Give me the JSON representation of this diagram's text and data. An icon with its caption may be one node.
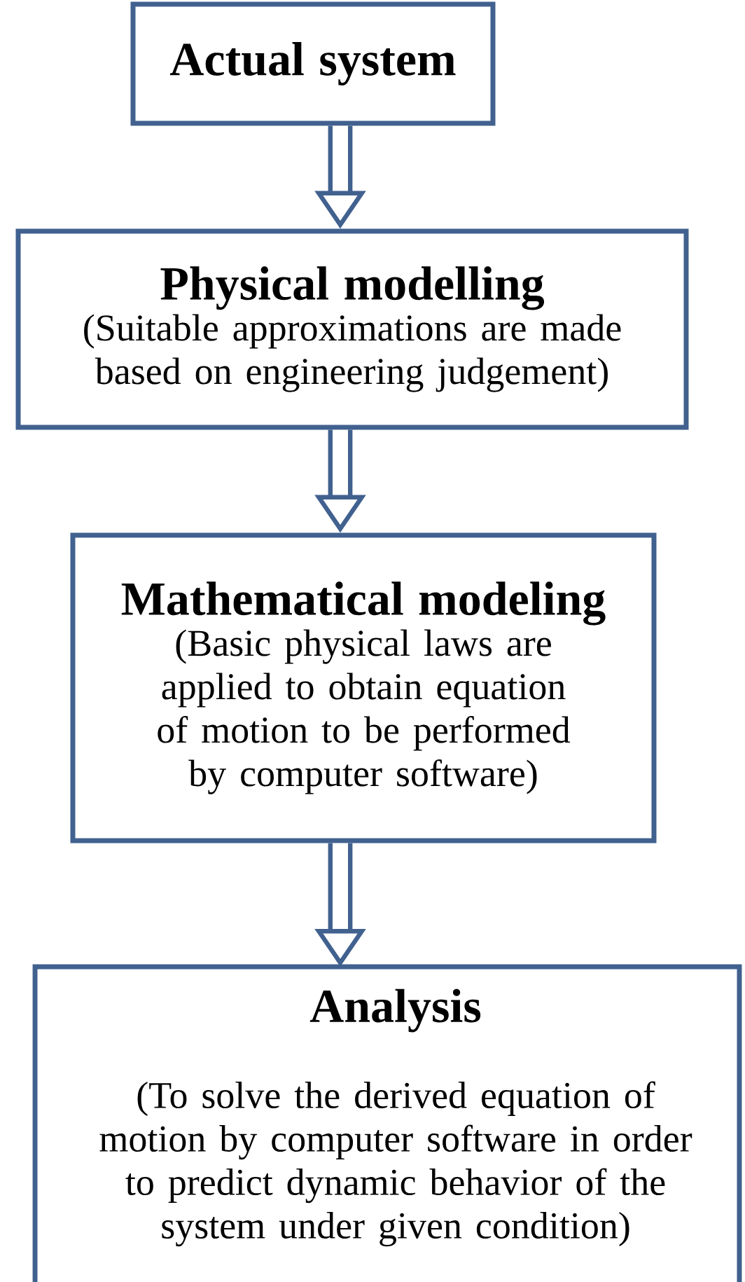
{
  "diagram": {
    "nodes": [
      {
        "text": [
          "Actual system"
        ]
      },
      {
        "text": [
          "Physical modelling",
          "(Suitable approximations are made based on engineering judgement)"
        ]
      },
      {
        "text": [
          "Mathematical modeling",
          "(Basic physical laws are applied to obtain equation of motion to be performed by computer software)"
        ]
      },
      {
        "text": [
          "Analysis",
          "(To solve the derived equation of motion by computer software in order to predict dynamic behavior of the system under given condition)"
        ]
      }
    ],
    "edges": [
      {
        "from": 0,
        "to": 1,
        "arrow": "to"
      },
      {
        "from": 1,
        "to": 2,
        "arrow": "to"
      },
      {
        "from": 2,
        "to": 3,
        "arrow": "to"
      }
    ]
  }
}
